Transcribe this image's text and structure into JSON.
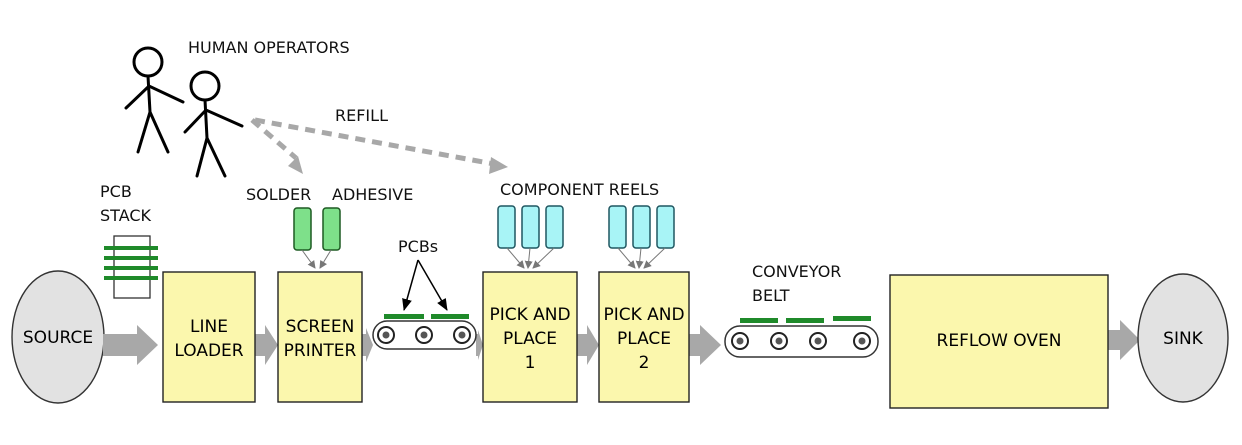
{
  "labels": {
    "human_operators": "HUMAN OPERATORS",
    "refill": "REFILL",
    "pcb_stack_line1": "PCB",
    "pcb_stack_line2": "STACK",
    "solder": "SOLDER",
    "adhesive": "ADHESIVE",
    "component_reels": "COMPONENT REELS",
    "pcbs": "PCBs",
    "conveyor_line1": "CONVEYOR",
    "conveyor_line2": "BELT"
  },
  "blocks": {
    "source": "SOURCE",
    "line_loader_1": "LINE",
    "line_loader_2": "LOADER",
    "screen_printer_1": "SCREEN",
    "screen_printer_2": "PRINTER",
    "pick_place_1_a": "PICK AND",
    "pick_place_1_b": "PLACE",
    "pick_place_1_c": "1",
    "pick_place_2_a": "PICK AND",
    "pick_place_2_b": "PLACE",
    "pick_place_2_c": "2",
    "reflow_oven": "REFLOW OVEN",
    "sink": "SINK"
  },
  "colors": {
    "block_fill": "#fbf7ad",
    "node_fill": "#e2e2e2",
    "flow_arrow": "#a8a8a8",
    "solder_adhesive_reel": "#7ee08a",
    "component_reel": "#a8f4f6",
    "pcb": "#1f8a2a"
  }
}
